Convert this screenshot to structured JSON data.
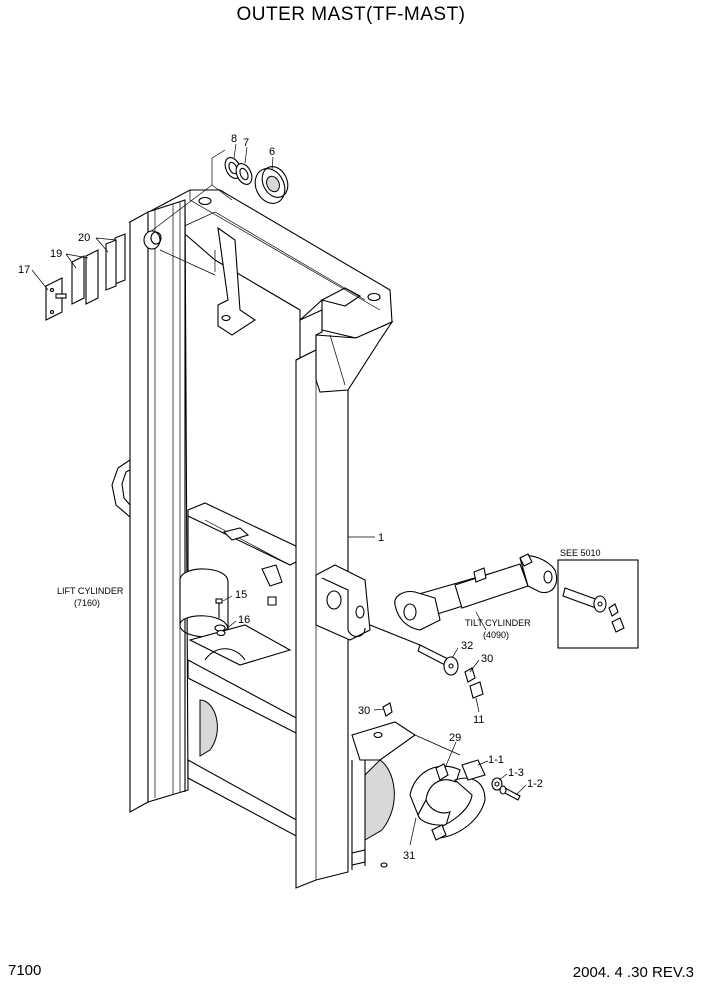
{
  "title": "OUTER MAST(TF-MAST)",
  "footer": {
    "page_code": "7100",
    "date_rev": "2004. 4 .30 REV.3"
  },
  "callouts": {
    "p8": "8",
    "p7": "7",
    "p6": "6",
    "p20": "20",
    "p19": "19",
    "p17": "17",
    "p1": "1",
    "p15": "15",
    "p16": "16",
    "p32": "32",
    "p30a": "30",
    "p11": "11",
    "p30b": "30",
    "p29": "29",
    "p1_1": "1-1",
    "p1_3": "1-3",
    "p1_2": "1-2",
    "p31": "31"
  },
  "notes": {
    "lift_cylinder": "LIFT CYLINDER",
    "lift_cylinder_ref": "(7160)",
    "tilt_cylinder": "TILT CYLINDER",
    "tilt_cylinder_ref": "(4090)",
    "see_ref": "SEE 5010"
  }
}
